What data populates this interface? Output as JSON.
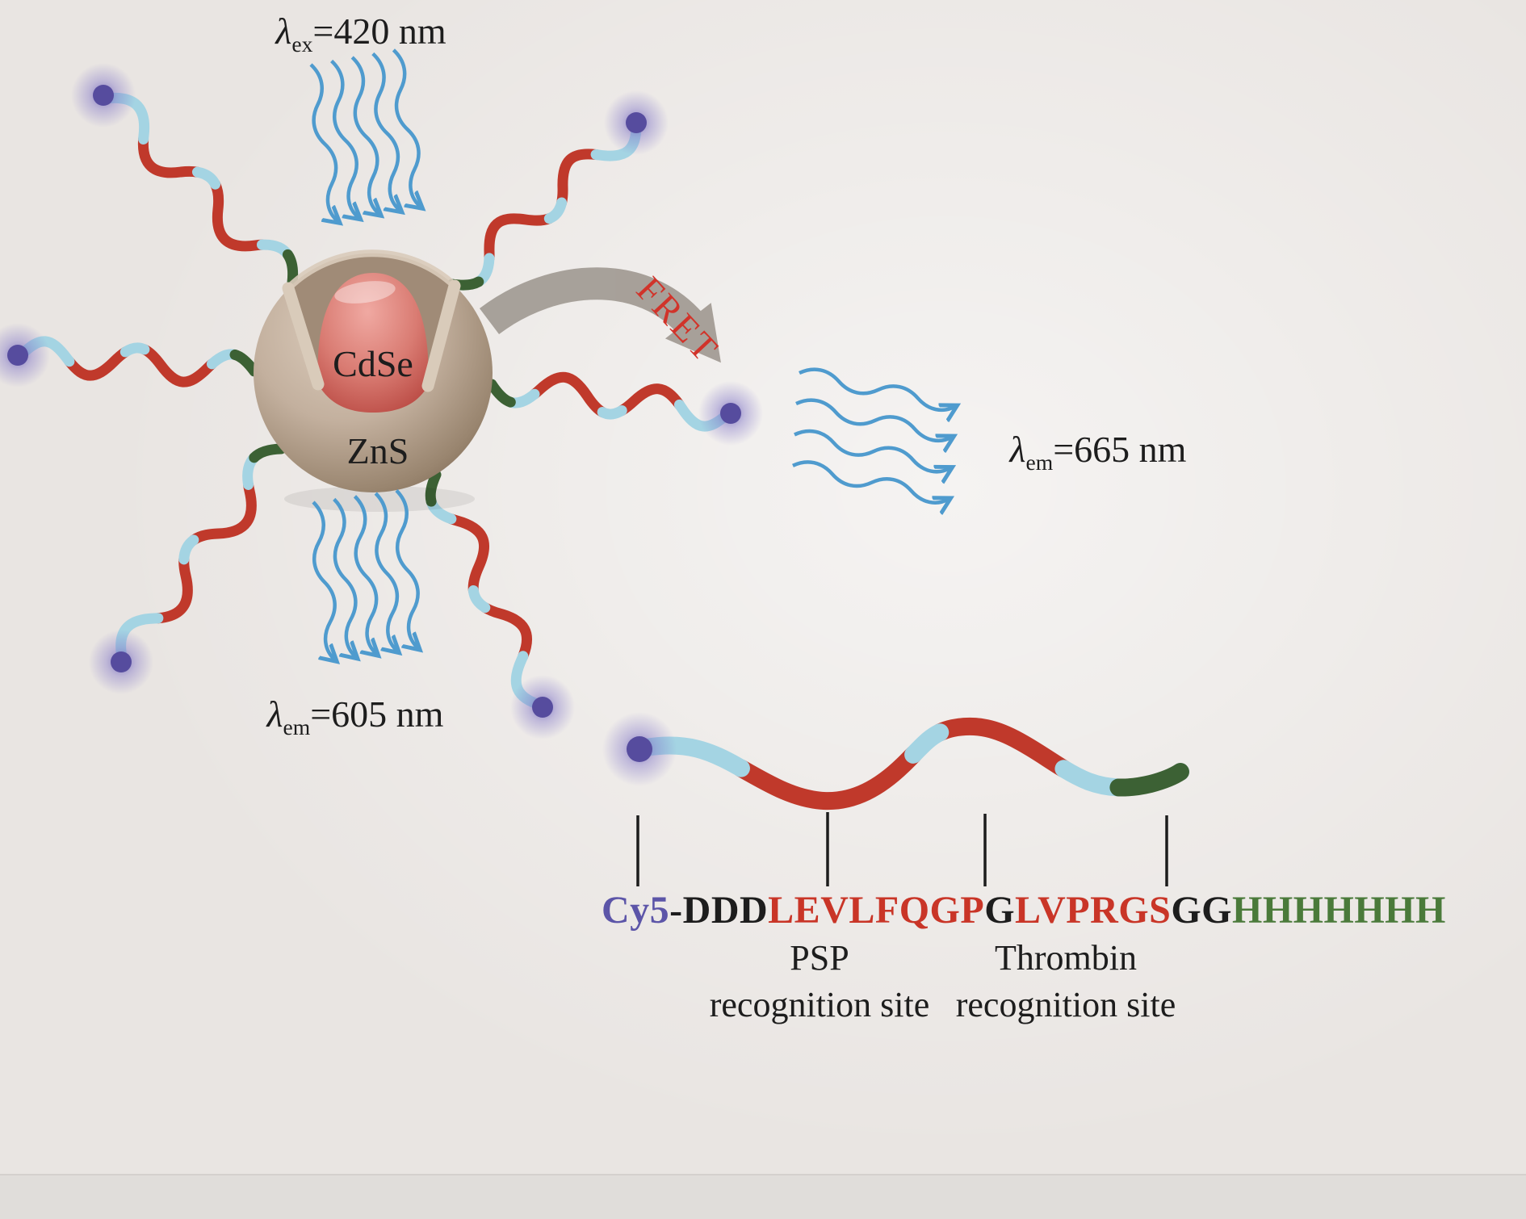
{
  "labels": {
    "excitation": {
      "lambda": "λ",
      "sub": "ex",
      "rest": "=420 nm"
    },
    "emission_qd": {
      "lambda": "λ",
      "sub": "em",
      "rest": "=605 nm"
    },
    "emission_cy5": {
      "lambda": "λ",
      "sub": "em",
      "rest": "=665 nm"
    },
    "fret": "FRET",
    "core": "CdSe",
    "shell": "ZnS"
  },
  "sequence": {
    "parts": [
      {
        "name": "cy5-dye",
        "text": "Cy5",
        "color": "#5c55a8"
      },
      {
        "name": "linker-ddd",
        "text": "-DDD",
        "color": "#1d1d1d"
      },
      {
        "name": "psp-site",
        "text": "LEVLFQGP",
        "color": "#c93527"
      },
      {
        "name": "spacer-g",
        "text": "G",
        "color": "#1d1d1d"
      },
      {
        "name": "thrombin-site",
        "text": "LVPRGS",
        "color": "#c93527"
      },
      {
        "name": "spacer-gg",
        "text": "GG",
        "color": "#1d1d1d"
      },
      {
        "name": "his-tag",
        "text": "HHHHHHH",
        "color": "#4a7a3a"
      }
    ]
  },
  "annotations": {
    "psp": {
      "line1": "PSP",
      "line2": "recognition site"
    },
    "thrombin": {
      "line1": "Thrombin",
      "line2": "recognition site"
    }
  },
  "icons": {
    "quantum_dot": "cdse-zns-core-shell-sphere",
    "dye": "cy5-purple-dot",
    "waves": "blue-wavy-arrow",
    "fret_arrow": "gray-curved-arrow"
  },
  "colors": {
    "background": "#e9e5e2",
    "peptide_red": "#c0392b",
    "peptide_cyan": "#a4d4e3",
    "peptide_green": "#3c6134",
    "cy5_dot_purple": "#564c9e",
    "wave_blue": "#4f9bce",
    "fret_arrow_gray": "#a19a93",
    "fret_text_red": "#d1332a",
    "core_red": "#cc5a52",
    "shell_tan": "#bfac9a",
    "sequence_red": "#c93527",
    "sequence_green": "#4a7a3a",
    "sequence_purple": "#5c55a8",
    "text_black": "#1d1d1d"
  }
}
